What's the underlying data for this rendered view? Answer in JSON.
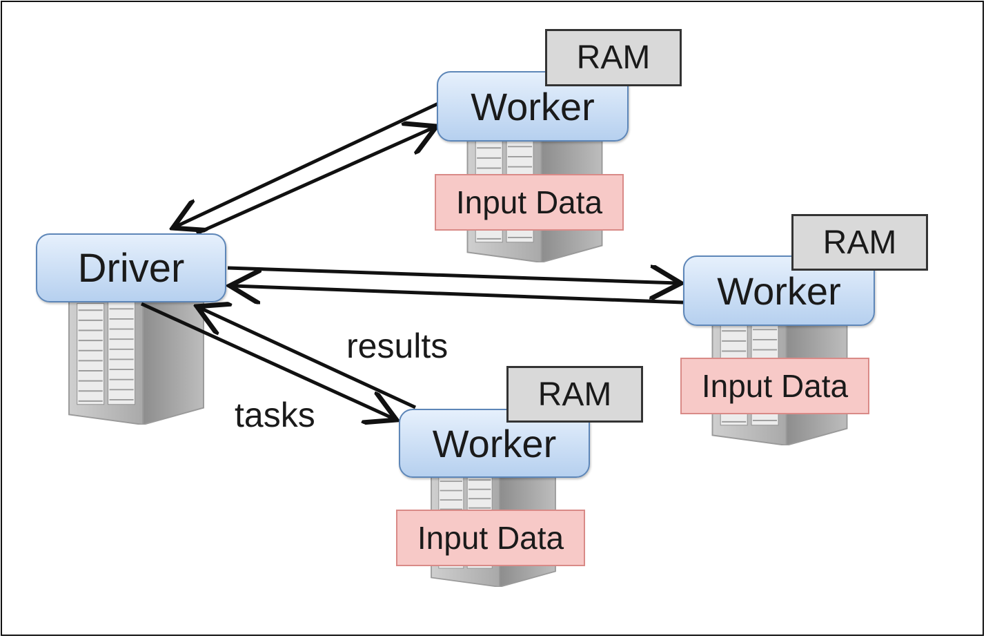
{
  "diagram": {
    "driver": {
      "label": "Driver"
    },
    "workers": [
      {
        "label": "Worker",
        "ram": "RAM",
        "input": "Input Data"
      },
      {
        "label": "Worker",
        "ram": "RAM",
        "input": "Input Data"
      },
      {
        "label": "Worker",
        "ram": "RAM",
        "input": "Input Data"
      }
    ],
    "edge_labels": {
      "results": "results",
      "tasks": "tasks"
    }
  }
}
